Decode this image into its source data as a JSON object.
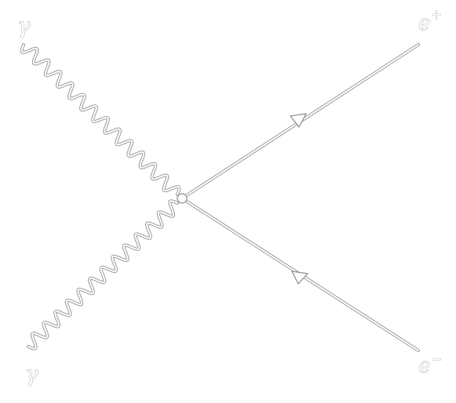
{
  "diagram": {
    "particles": {
      "photon_top": {
        "symbol": "γ"
      },
      "photon_bottom": {
        "symbol": "γ"
      },
      "positron": {
        "symbol": "e",
        "charge": "+"
      },
      "electron": {
        "symbol": "e",
        "charge": "−"
      }
    },
    "colors": {
      "line_outline": "#9a9a9a",
      "line_fill": "#ffffff",
      "background": "#ffffff"
    }
  }
}
